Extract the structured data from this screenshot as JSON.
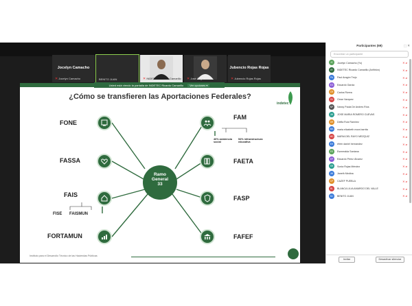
{
  "tiles": [
    {
      "name": "Jocelyn Camacho",
      "label": "Jocelyn Camacho"
    },
    {
      "name": "",
      "label": "BENITO JUAN"
    },
    {
      "name": "",
      "label": "INDETEC Ricardo Camarillo"
    },
    {
      "name": "",
      "label": "José Ángel Nuño"
    },
    {
      "name": "Jubencio Rojas Rojas",
      "label": "Jubencio Rojas Rojas"
    }
  ],
  "share_banner": "Usted está viendo la pantalla de INDETEC Ricardo Camarillo",
  "share_options": "Ver opciones ▾",
  "slide": {
    "title": "¿Cómo se transfieren las Aportaciones Federales?",
    "logo_text": "indetec",
    "hub": [
      "Ramo",
      "General",
      "33"
    ],
    "left_funds": [
      "FONE",
      "FASSA",
      "FAIS",
      "FORTAMUN"
    ],
    "fais_sub": [
      "FISE",
      "FAISMUN"
    ],
    "right_funds": [
      "FAM",
      "FAETA",
      "FASP",
      "FAFEF"
    ],
    "fam_notes": [
      "46% asistencia social",
      "54% infraestructura educativa"
    ],
    "footer": "Instituto para el Desarrollo Técnico de las Haciendas Públicas"
  },
  "panel": {
    "title": "Participantes (69)",
    "search_placeholder": "Encontrar un participante",
    "invite": "Invitar",
    "mute_all": "Desactivar silenciar",
    "participants": [
      {
        "initials": "JC",
        "name": "Jocelyn Camacho (Yo)",
        "color": "#5aa25a"
      },
      {
        "initials": "IR",
        "name": "INDETEC Ricardo Camarillo (Anfitrión)",
        "color": "#2f6b3e"
      },
      {
        "initials": "PA",
        "name": "Paul Aragón Trejo",
        "color": "#3b7bd9"
      },
      {
        "initials": "EG",
        "name": "Eduardo Garcia",
        "color": "#8b5cd6"
      },
      {
        "initials": "CR",
        "name": "Carlos Rivera",
        "color": "#e0902a"
      },
      {
        "initials": "OV",
        "name": "Omar Vazquez",
        "color": "#d64545"
      },
      {
        "initials": "NP",
        "name": "Nancy Paola De Andres Ríos",
        "color": "#555"
      },
      {
        "initials": "JM",
        "name": "JOSE MARIA ROMERO CUEVAS",
        "color": "#2a9d8f"
      },
      {
        "initials": "DR",
        "name": "Delfia Ruiz Ramírez",
        "color": "#e0902a"
      },
      {
        "initials": "MA",
        "name": "maria elizabeth mora barrita",
        "color": "#3b7bd9"
      },
      {
        "initials": "MD",
        "name": "MARIA DEL RAYO MEZQUIZ",
        "color": "#d64545"
      },
      {
        "initials": "EH",
        "name": "efrén daniel hernández",
        "color": "#3b7bd9"
      },
      {
        "initials": "ES",
        "name": "Esmeralda Santana",
        "color": "#5aa25a"
      },
      {
        "initials": "EP",
        "name": "Eduardo Pérez Álvarez",
        "color": "#8b5cd6"
      },
      {
        "initials": "SR",
        "name": "Sonia Rojas Méndez",
        "color": "#2a9d8f"
      },
      {
        "initials": "JM",
        "name": "Janeth Medina",
        "color": "#3b7bd9"
      },
      {
        "initials": "CP",
        "name": "CAZEF PUEBLA",
        "color": "#e0902a"
      },
      {
        "initials": "BL",
        "name": "BLANCA LILIA AMARGO DEL VALLE",
        "color": "#d64545"
      },
      {
        "initials": "BJ",
        "name": "BENITO JUAN",
        "color": "#3b7bd9"
      }
    ]
  }
}
